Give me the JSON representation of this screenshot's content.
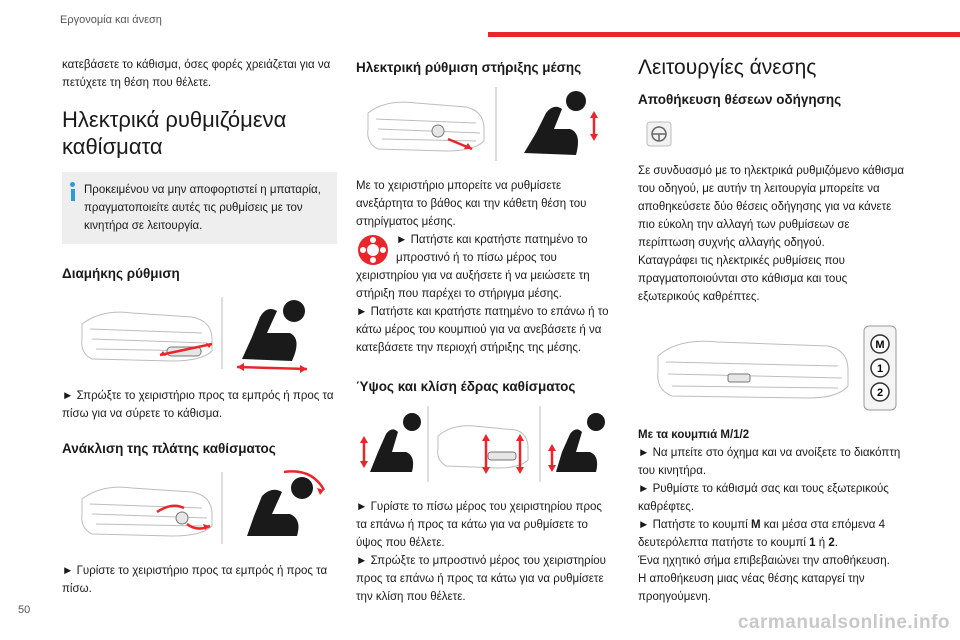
{
  "header": {
    "section_title": "Εργονομία και άνεση",
    "page_number": "50"
  },
  "col1": {
    "intro": "κατεβάσετε το κάθισμα, όσες φορές χρειάζεται για να πετύχετε τη θέση που θέλετε.",
    "heading": "Ηλεκτρικά ρυθμιζόμενα καθίσματα",
    "note": "Προκειμένου να μην αποφορτιστεί η μπαταρία, πραγματοποιείτε αυτές τις ρυθμίσεις με τον κινητήρα σε λειτουργία.",
    "longitudinal": {
      "heading": "Διαμήκης ρύθμιση",
      "text": "► Σπρώξτε το χειριστήριο προς τα εμπρός ή προς τα πίσω για να σύρετε το κάθισμα."
    },
    "backrest": {
      "heading": "Ανάκλιση της πλάτης καθίσματος",
      "text": "► Γυρίστε το χειριστήριο προς τα εμπρός ή προς τα πίσω."
    }
  },
  "col2": {
    "lumbar": {
      "heading": "Ηλεκτρική ρύθμιση στήριξης μέσης",
      "text1": "Με το χειριστήριο μπορείτε να ρυθμίσετε ανεξάρτητα το βάθος και την κάθετη θέση του στηρίγματος μέσης.",
      "text2": "► Πατήστε και κρατήστε πατημένο το μπροστινό ή το πίσω μέρος του χειριστηρίου για να αυξήσετε ή να μειώσετε τη στήριξη που παρέχει το στήριγμα μέσης.",
      "text3": "► Πατήστε και κρατήστε πατημένο το επάνω ή το κάτω μέρος του κουμπιού για να ανεβάσετε ή να κατεβάσετε την περιοχή στήριξης της μέσης."
    },
    "height": {
      "heading": "Ύψος και κλίση έδρας καθίσματος",
      "text1": "► Γυρίστε το πίσω μέρος του χειριστηρίου προς τα επάνω ή προς τα κάτω για να ρυθμίσετε το ύψος που θέλετε.",
      "text2": "► Σπρώξτε το μπροστινό μέρος του χειριστηρίου προς τα επάνω ή προς τα κάτω για να ρυθμίσετε την κλίση που θέλετε."
    }
  },
  "col3": {
    "heading": "Λειτουργίες άνεσης",
    "memory": {
      "heading": "Αποθήκευση θέσεων οδήγησης",
      "text1": "Σε συνδυασμό με το ηλεκτρικά ρυθμιζόμενο κάθισμα του οδηγού, με αυτήν τη λειτουργία μπορείτε να αποθηκεύσετε δύο θέσεις οδήγησης για να κάνετε πιο εύκολη την αλλαγή των ρυθμίσεων σε περίπτωση συχνής αλλαγής οδηγού.",
      "text2": "Καταγράφει τις ηλεκτρικές ρυθμίσεις που πραγματοποιούνται στο κάθισμα και τους εξωτερικούς καθρέπτες.",
      "buttons": [
        "M",
        "1",
        "2"
      ],
      "with_buttons_heading": "Με τα κουμπιά M/1/2",
      "step1": "► Να μπείτε στο όχημα και να ανοίξετε το διακόπτη του κινητήρα.",
      "step2": "► Ρυθμίστε το κάθισμά σας και τους εξωτερικούς καθρέφτες.",
      "step3_a": "► Πατήστε το κουμπί ",
      "step3_m": "M",
      "step3_b": " και μέσα στα επόμενα 4 δευτερόλεπτα πατήστε το κουμπί ",
      "step3_1": "1",
      "step3_c": " ή ",
      "step3_2": "2",
      "step3_d": ".",
      "text3": "Ένα ηχητικό σήμα επιβεβαιώνει την αποθήκευση.",
      "text4": "Η αποθήκευση μιας νέας θέσης καταργεί την προηγούμενη."
    }
  },
  "watermark": "carmanualsonline.info",
  "colors": {
    "accent_red": "#e8262c",
    "info_blue": "#2c9bd6",
    "note_bg": "#eeeeee"
  },
  "icons": [
    "info-icon",
    "lumbar-control-icon",
    "driving-position-icon"
  ]
}
